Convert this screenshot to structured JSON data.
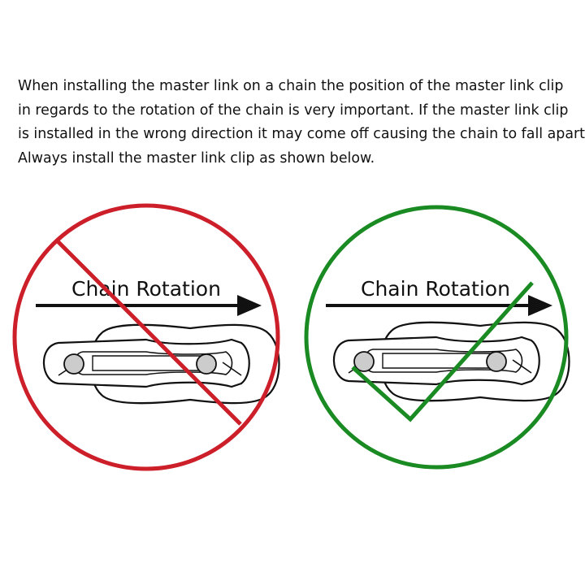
{
  "instructions": {
    "line1": "When installing the master link on a chain the position of the master link clip",
    "line2": "in regards to the rotation of the chain is very important. If the master link clip",
    "line3": "is installed in the wrong direction it may come off causing the chain to fall apart.",
    "line4": "Always install the master link clip as shown below."
  },
  "wrong_panel": {
    "label": "Chain Rotation",
    "status": "incorrect",
    "indicator_color": "#cc1f2a",
    "symbol": "prohibition-circle"
  },
  "correct_panel": {
    "label": "Chain Rotation",
    "status": "correct",
    "indicator_color": "#1a8a22",
    "symbol": "check-mark-circle"
  }
}
